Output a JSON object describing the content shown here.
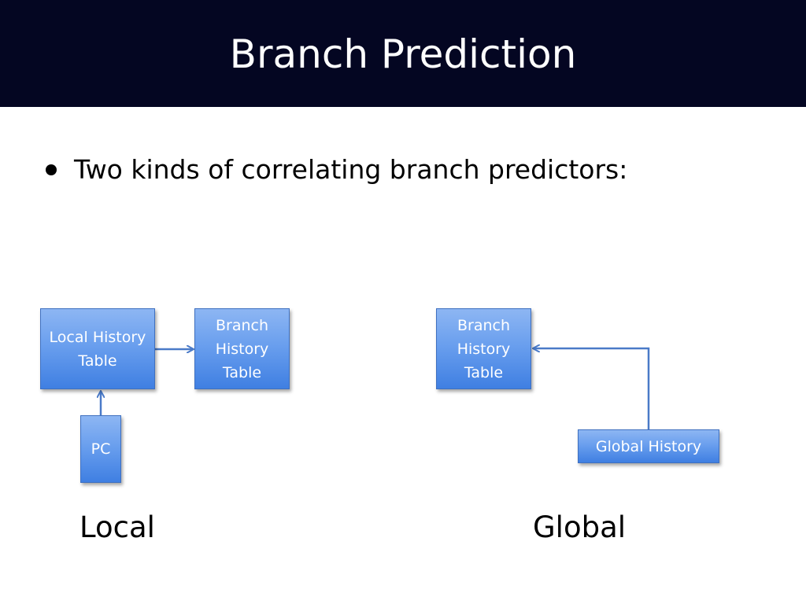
{
  "slide": {
    "title": "Branch Prediction",
    "bullet": "Two kinds of correlating branch predictors:"
  },
  "local": {
    "lht_label": "Local History Table",
    "bht_label": "Branch History Table",
    "pc_label": "PC",
    "caption": "Local"
  },
  "global": {
    "bht_label": "Branch History Table",
    "gh_label": "Global History",
    "caption": "Global"
  },
  "colors": {
    "title_bar": "#040622",
    "box_fill": "#6a9fee",
    "box_border": "#3f70c0",
    "arrow": "#4a7ac8"
  }
}
